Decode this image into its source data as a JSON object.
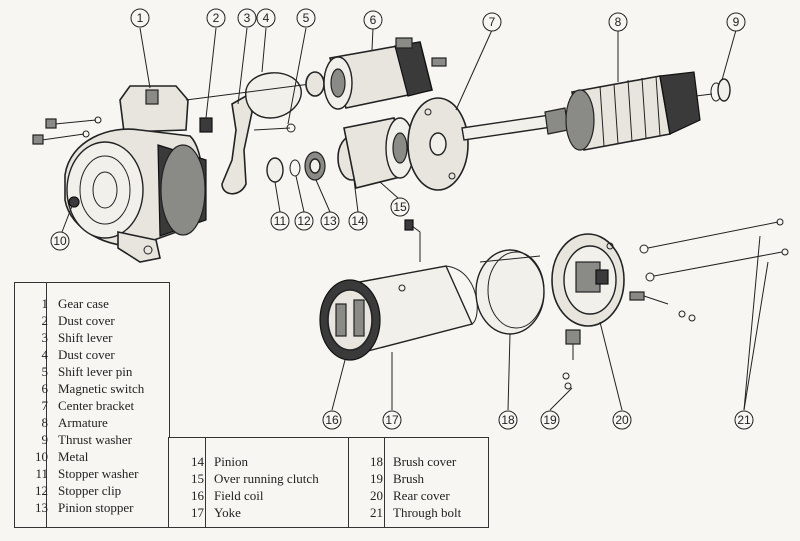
{
  "parts": [
    {
      "number": "1",
      "label": "Gear case"
    },
    {
      "number": "2",
      "label": "Dust cover"
    },
    {
      "number": "3",
      "label": "Shift lever"
    },
    {
      "number": "4",
      "label": "Dust cover"
    },
    {
      "number": "5",
      "label": "Shift lever pin"
    },
    {
      "number": "6",
      "label": "Magnetic switch"
    },
    {
      "number": "7",
      "label": "Center bracket"
    },
    {
      "number": "8",
      "label": "Armature"
    },
    {
      "number": "9",
      "label": "Thrust washer"
    },
    {
      "number": "10",
      "label": "Metal"
    },
    {
      "number": "11",
      "label": "Stopper washer"
    },
    {
      "number": "12",
      "label": "Stopper clip"
    },
    {
      "number": "13",
      "label": "Pinion stopper"
    },
    {
      "number": "14",
      "label": "Pinion"
    },
    {
      "number": "15",
      "label": "Over running clutch"
    },
    {
      "number": "16",
      "label": "Field coil"
    },
    {
      "number": "17",
      "label": "Yoke"
    },
    {
      "number": "18",
      "label": "Brush cover"
    },
    {
      "number": "19",
      "label": "Brush"
    },
    {
      "number": "20",
      "label": "Rear cover"
    },
    {
      "number": "21",
      "label": "Through bolt"
    }
  ]
}
